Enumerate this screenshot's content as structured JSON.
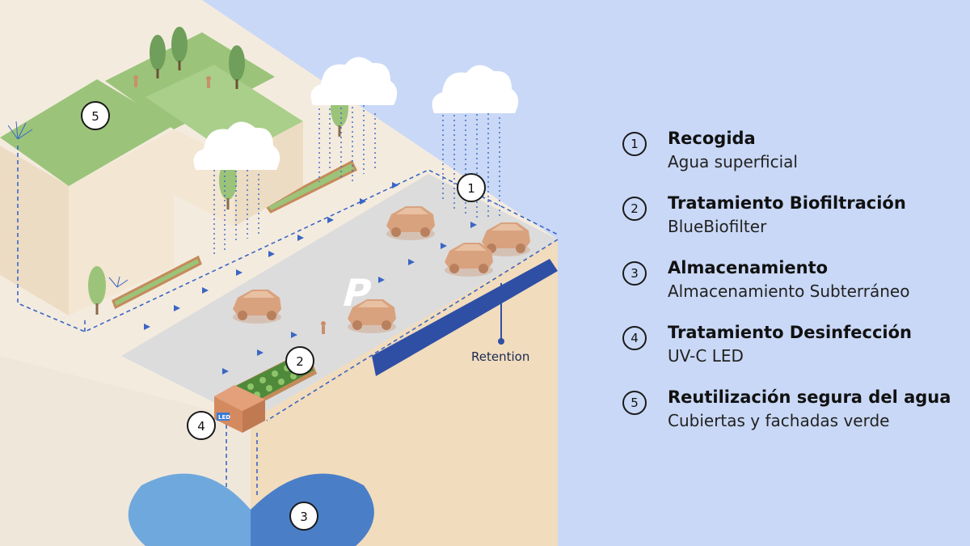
{
  "diagram": {
    "markers": [
      {
        "num": "1"
      },
      {
        "num": "2"
      },
      {
        "num": "3"
      },
      {
        "num": "4"
      },
      {
        "num": "5"
      }
    ],
    "retention_label": "Retention",
    "led_label": "LED",
    "parking_label": "P"
  },
  "legend": {
    "items": [
      {
        "num": "1",
        "title": "Recogida",
        "subtitle": "Agua superficial"
      },
      {
        "num": "2",
        "title": "Tratamiento Biofiltración",
        "subtitle": "BlueBiofilter"
      },
      {
        "num": "3",
        "title": "Almacenamiento",
        "subtitle": "Almacenamiento Subterráneo"
      },
      {
        "num": "4",
        "title": "Tratamiento Desinfección",
        "subtitle": "UV-C LED"
      },
      {
        "num": "5",
        "title": "Reutilización segura del agua",
        "subtitle": "Cubiertas y fachadas verde"
      }
    ]
  },
  "colors": {
    "background": "#c9d8f6",
    "ground_top": "#f4ebdf",
    "ground_side": "#f1dcbd",
    "road": "#dcdcdc",
    "green_roof": "#9bc47a",
    "building": "#f3e6d2",
    "car": "#d9a27e",
    "retention": "#2f4fa5",
    "water_light": "#6fa8dc",
    "water_dark": "#4a7fc8",
    "flow_arrow": "#3a66c4"
  }
}
